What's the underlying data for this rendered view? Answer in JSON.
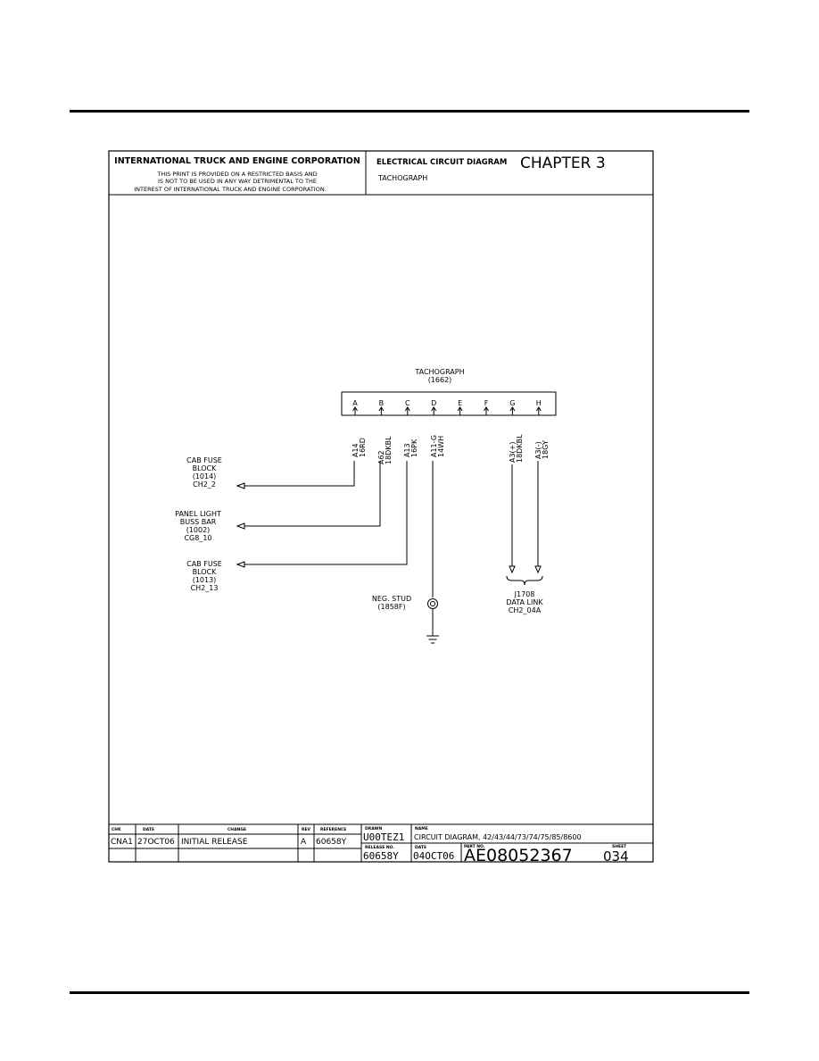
{
  "header": {
    "company": "INTERNATIONAL TRUCK AND ENGINE CORPORATION",
    "notice_lines": [
      "THIS PRINT IS PROVIDED ON A RESTRICTED BASIS AND",
      "IS NOT TO BE USED IN ANY WAY DETRIMENTAL TO THE",
      "INTEREST OF INTERNATIONAL TRUCK AND ENGINE CORPORATION."
    ],
    "diagram_type": "ELECTRICAL CIRCUIT DIAGRAM",
    "chapter": "CHAPTER 3",
    "subject": "TACHOGRAPH"
  },
  "connector": {
    "name": "TACHOGRAPH",
    "id": "(1662)",
    "pins": [
      "A",
      "B",
      "C",
      "D",
      "E",
      "F",
      "G",
      "H"
    ]
  },
  "wires": [
    {
      "pin": "A",
      "circuit": "A14",
      "gauge_color": "16RD"
    },
    {
      "pin": "B",
      "circuit": "A62",
      "gauge_color": "18DKBL"
    },
    {
      "pin": "C",
      "circuit": "A13",
      "gauge_color": "16PK"
    },
    {
      "pin": "D",
      "circuit": "A11-G",
      "gauge_color": "14WH"
    },
    {
      "pin": "G",
      "circuit": "A3(+)",
      "gauge_color": "18DKBL"
    },
    {
      "pin": "H",
      "circuit": "A3(-)",
      "gauge_color": "18GY"
    }
  ],
  "destinations": {
    "cab_fuse_1014": [
      "CAB FUSE",
      "BLOCK",
      "(1014)",
      "CH2_2"
    ],
    "panel_light": [
      "PANEL LIGHT",
      "BUSS BAR",
      "(1002)",
      "CG8_10"
    ],
    "cab_fuse_1013": [
      "CAB FUSE",
      "BLOCK",
      "(1013)",
      "CH2_13"
    ],
    "neg_stud": [
      "NEG. STUD",
      "(1858F)"
    ],
    "data_link": [
      "J1708",
      "DATA LINK",
      "CH2_04A"
    ]
  },
  "title_block": {
    "headers": {
      "chk": "CHK",
      "date": "DATE",
      "change": "CHANGE",
      "rev": "REV",
      "reference": "REFERENCE",
      "drawn": "DRAWN",
      "name": "NAME",
      "release_no": "RELEASE NO.",
      "date2": "DATE",
      "part_no": "PART NO.",
      "sheet": "SHEET"
    },
    "row": {
      "chk": "CNA1",
      "date": "27OCT06",
      "change": "INITIAL RELEASE",
      "rev": "A",
      "reference": "60658Y"
    },
    "drawn": "U00TEZ1",
    "name": "CIRCUIT DIAGRAM, 42/43/44/73/74/75/85/8600",
    "release_no": "60658Y",
    "date2": "04OCT06",
    "part_no": "AE08052367",
    "sheet": "034"
  }
}
